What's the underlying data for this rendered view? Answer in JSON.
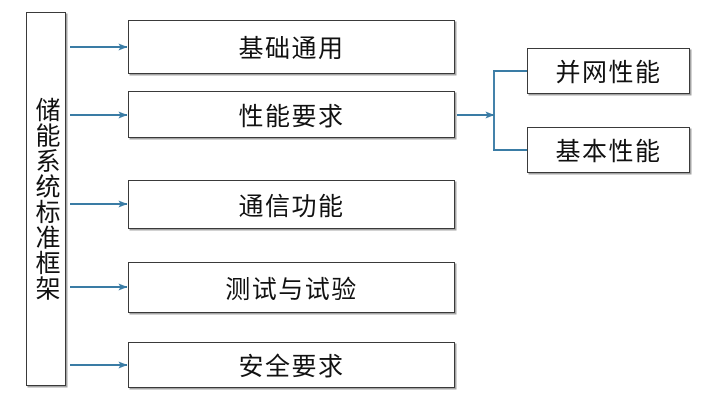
{
  "diagram": {
    "title": "储能系统标准框架",
    "root": {
      "id": "root",
      "label": "储能系统标准框架"
    },
    "branches": [
      {
        "id": "basic-general",
        "label": "基础通用"
      },
      {
        "id": "performance-req",
        "label": "性能要求"
      },
      {
        "id": "communication",
        "label": "通信功能"
      },
      {
        "id": "test-trial",
        "label": "测试与试验"
      },
      {
        "id": "safety-req",
        "label": "安全要求"
      }
    ],
    "sub_branches": [
      {
        "id": "grid-connection-performance",
        "label": "并网性能",
        "parent": "performance-req"
      },
      {
        "id": "basic-performance",
        "label": "基本性能",
        "parent": "performance-req"
      }
    ],
    "colors": {
      "arrow": "#3a7ca5",
      "connector": "#3a7ca5",
      "box_border": "#3a3a3a",
      "box_fill": "#ffffff",
      "text": "#111111",
      "background": "#ffffff"
    }
  }
}
